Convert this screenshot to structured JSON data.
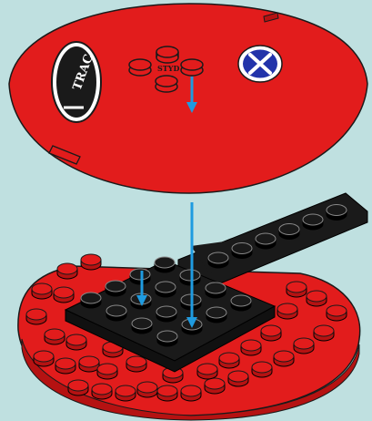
{
  "image": {
    "background": "#bfe0e0"
  },
  "colors": {
    "red": "#e21c1c",
    "red_dark": "#b51212",
    "black": "#1a1a1a",
    "arrow": "#1f9be0",
    "decal_blue": "#2233aa",
    "background": "#bfe0e0"
  },
  "decals": {
    "logo_text": "TRAC",
    "center_print": "STYD"
  },
  "parts": {
    "dome": "red-dome-cap",
    "base": "red-round-plate",
    "plate": "black-4x4-plate",
    "bar": "black-1x8-plate"
  },
  "arrows": {
    "count": 3
  }
}
